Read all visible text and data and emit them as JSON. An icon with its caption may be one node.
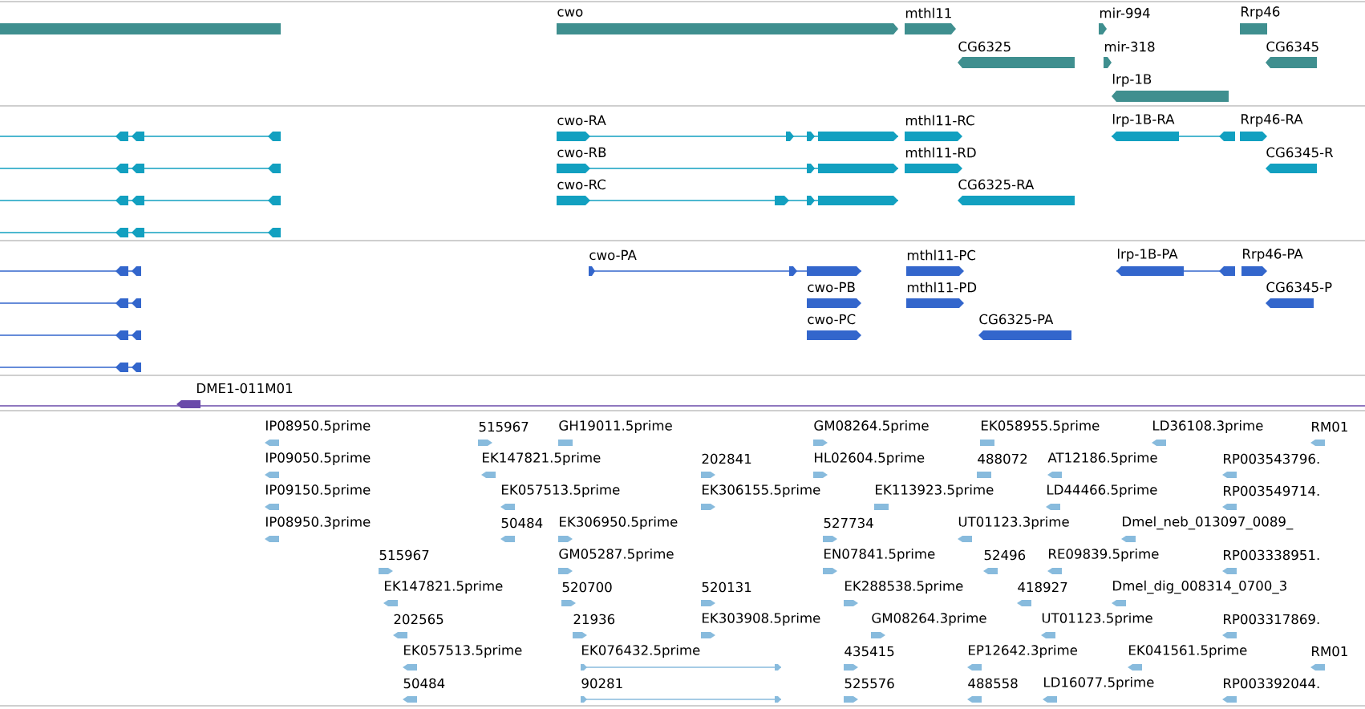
{
  "diagram": {
    "labels": [
      "cwo",
      "mthl11",
      "mir-994",
      "Rrp46",
      "CG6325",
      "mir-318",
      "CG6345",
      "lrp-1B",
      "cwo-RA",
      "mthl11-RC",
      "lrp-1B-RA",
      "Rrp46-RA",
      "cwo-RB",
      "mthl11-RD",
      "CG6345-R",
      "cwo-RC",
      "CG6325-RA",
      "cwo-PA",
      "mthl11-PC",
      "lrp-1B-PA",
      "Rrp46-PA",
      "cwo-PB",
      "mthl11-PD",
      "CG6345-P",
      "cwo-PC",
      "CG6325-PA",
      "DME1-011M01",
      "IP08950.5prime",
      "515967",
      "GH19011.5prime",
      "GM08264.5prime",
      "EK058955.5prime",
      "LD36108.3prime",
      "RM01",
      "IP09050.5prime",
      "EK147821.5prime",
      "202841",
      "HL02604.5prime",
      "488072",
      "AT12186.5prime",
      "RP003543796.",
      "IP09150.5prime",
      "EK057513.5prime",
      "EK306155.5prime",
      "EK113923.5prime",
      "LD44466.5prime",
      "RP003549714.",
      "IP08950.3prime",
      "50484",
      "EK306950.5prime",
      "527734",
      "UT01123.3prime",
      "Dmel_neb_013097_0089_",
      "515967",
      "GM05287.5prime",
      "EN07841.5prime",
      "52496",
      "RE09839.5prime",
      "RP003338951.",
      "EK147821.5prime",
      "520700",
      "520131",
      "EK288538.5prime",
      "418927",
      "Dmel_dig_008314_0700_3",
      "202565",
      "21936",
      "EK303908.5prime",
      "GM08264.3prime",
      "UT01123.5prime",
      "RP003317869.",
      "EK057513.5prime",
      "EK076432.5prime",
      "435415",
      "EP12642.3prime",
      "EK041561.5prime",
      "RM01",
      "50484",
      "90281",
      "525576",
      "488558",
      "LD16077.5prime",
      "RP003392044."
    ]
  }
}
